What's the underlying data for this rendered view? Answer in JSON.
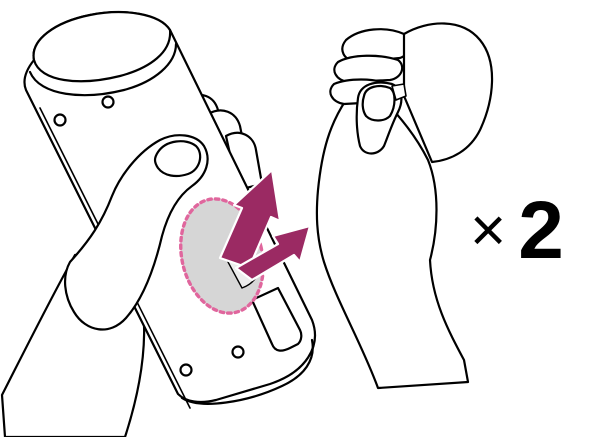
{
  "instruction_figure": {
    "multiplier_symbol": "×",
    "repeat_count": "2",
    "colors": {
      "line": "#000000",
      "fill": "#ffffff",
      "patch_fill": "#d6d6d6",
      "patch_outline": "#e0669d",
      "arrow": "#9b2a63"
    },
    "icons": [
      "speaker-device",
      "holding-hand",
      "adhesive-pad",
      "peel-direction-arrows",
      "pinching-hand"
    ]
  }
}
